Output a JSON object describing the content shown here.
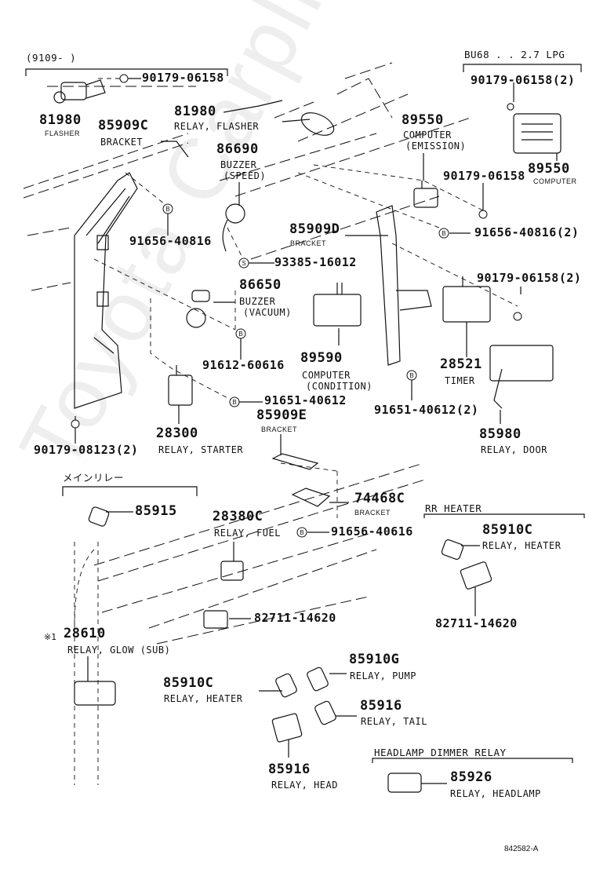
{
  "diagram": {
    "code": "842582-A",
    "watermark": "Toyota Carpline",
    "groups": {
      "flasher_group": "(9109-      )",
      "lpg_group": "BU68 . . 2.7 LPG",
      "main_relay_group": "メインリレー",
      "rr_heater_group": "RR HEATER",
      "headlamp_dimmer_group": "HEADLAMP DIMMER RELAY"
    },
    "note_mark": "※1",
    "parts": [
      {
        "id": "p90179_06158_a",
        "number": "90179-06158",
        "desc": ""
      },
      {
        "id": "p81980_a",
        "number": "81980",
        "desc": "FLASHER"
      },
      {
        "id": "p85909c",
        "number": "85909C",
        "desc": "BRACKET"
      },
      {
        "id": "p81980_b",
        "number": "81980",
        "desc": "RELAY, FLASHER"
      },
      {
        "id": "p86690",
        "number": "86690",
        "desc": "BUZZER\n(SPEED)",
        "desc1": "BUZZER",
        "desc2": "(SPEED)"
      },
      {
        "id": "p89550_a",
        "number": "89550",
        "desc1": "COMPUTER",
        "desc2": "(EMISSION)"
      },
      {
        "id": "p90179_06158_lpg",
        "number": "90179-06158(2)",
        "desc": ""
      },
      {
        "id": "p89550_b",
        "number": "89550",
        "desc": "COMPUTER"
      },
      {
        "id": "p90179_06158_b",
        "number": "90179-06158",
        "desc": ""
      },
      {
        "id": "p91656_40816_a",
        "number": "91656-40816",
        "desc": ""
      },
      {
        "id": "p91656_40816_b",
        "number": "91656-40816(2)",
        "desc": ""
      },
      {
        "id": "p85909d",
        "number": "85909D",
        "desc": "BRACKET"
      },
      {
        "id": "p93385_16012",
        "number": "93385-16012",
        "desc": ""
      },
      {
        "id": "p86650",
        "number": "86650",
        "desc1": "BUZZER",
        "desc2": "(VACUUM)"
      },
      {
        "id": "p90179_06158_c",
        "number": "90179-06158(2)",
        "desc": ""
      },
      {
        "id": "p91612_60616",
        "number": "91612-60616",
        "desc": ""
      },
      {
        "id": "p89590",
        "number": "89590",
        "desc1": "COMPUTER",
        "desc2": "(CONDITION)"
      },
      {
        "id": "p28521",
        "number": "28521",
        "desc": "TIMER"
      },
      {
        "id": "p91651_40612_a",
        "number": "91651-40612",
        "desc": ""
      },
      {
        "id": "p91651_40612_b",
        "number": "91651-40612(2)",
        "desc": ""
      },
      {
        "id": "p85909e",
        "number": "85909E",
        "desc": "BRACKET"
      },
      {
        "id": "p85980",
        "number": "85980",
        "desc": "RELAY, DOOR"
      },
      {
        "id": "p90179_08123",
        "number": "90179-08123(2)",
        "desc": ""
      },
      {
        "id": "p28300",
        "number": "28300",
        "desc": "RELAY, STARTER"
      },
      {
        "id": "p85915",
        "number": "85915",
        "desc": ""
      },
      {
        "id": "p28380c",
        "number": "28380C",
        "desc": "RELAY, FUEL"
      },
      {
        "id": "p74468c",
        "number": "74468C",
        "desc": "BRACKET"
      },
      {
        "id": "p91656_40616",
        "number": "91656-40616",
        "desc": ""
      },
      {
        "id": "p85910c_a",
        "number": "85910C",
        "desc": "RELAY, HEATER"
      },
      {
        "id": "p82711_14620_a",
        "number": "82711-14620",
        "desc": ""
      },
      {
        "id": "p82711_14620_b",
        "number": "82711-14620",
        "desc": ""
      },
      {
        "id": "p28610",
        "number": "28610",
        "desc": "RELAY, GLOW (SUB)"
      },
      {
        "id": "p85910g",
        "number": "85910G",
        "desc": "RELAY, PUMP"
      },
      {
        "id": "p85910c_b",
        "number": "85910C",
        "desc": "RELAY, HEATER"
      },
      {
        "id": "p85916_a",
        "number": "85916",
        "desc": "RELAY, TAIL"
      },
      {
        "id": "p85916_b",
        "number": "85916",
        "desc": "RELAY, HEAD"
      },
      {
        "id": "p85926",
        "number": "85926",
        "desc": "RELAY, HEADLAMP"
      }
    ],
    "fastener_marks": {
      "bolt": "B",
      "screw": "S"
    }
  }
}
